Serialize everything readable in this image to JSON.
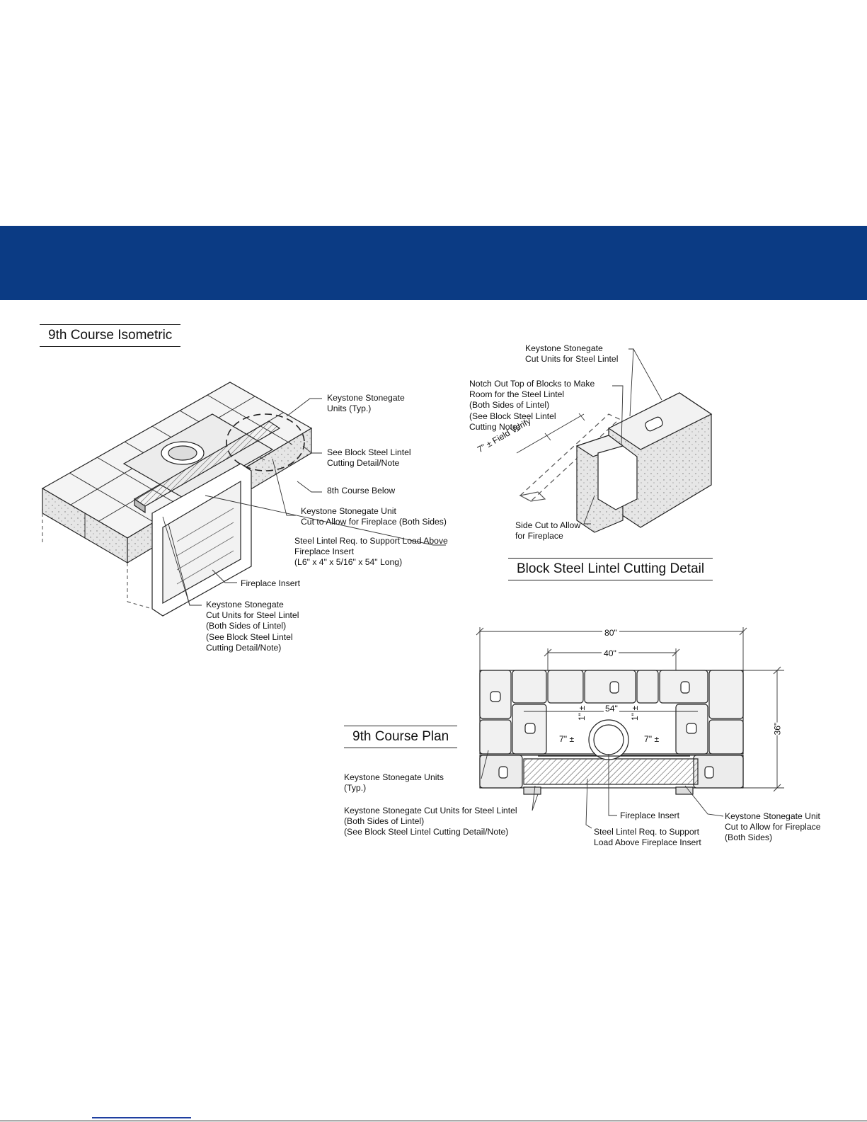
{
  "colors": {
    "band": "#0b3b84",
    "link": "#1f3fa0"
  },
  "titles": {
    "iso": "9th Course Isometric",
    "detail": "Block Steel Lintel Cutting Detail",
    "plan": "9th Course Plan"
  },
  "iso_notes": {
    "units_typ": "Keystone Stonegate\nUnits (Typ.)",
    "see_detail": "See Block Steel Lintel\nCutting Detail/Note",
    "eighth_course": "8th Course Below",
    "unit_cut": "Keystone Stonegate Unit\nCut to Allow for Fireplace (Both Sides)",
    "lintel_req": "Steel Lintel Req. to Support Load Above\nFireplace Insert\n(L6\" x 4\" x 5/16\" x 54\" Long)",
    "fireplace_insert": "Fireplace Insert",
    "cut_units": "Keystone Stonegate\nCut Units for Steel Lintel\n(Both Sides of Lintel)\n(See Block Steel Lintel\nCutting Detail/Note)"
  },
  "detail_notes": {
    "cut_units": "Keystone Stonegate\nCut Units for Steel Lintel",
    "notch": "Notch Out Top of Blocks to Make\nRoom for the Steel Lintel\n(Both Sides of Lintel)\n(See Block Steel Lintel\nCutting Note)",
    "field_verify": "7\" ± Field Verify",
    "side_cut": "Side Cut to Allow\nfor Fireplace"
  },
  "plan_notes": {
    "units_typ": "Keystone Stonegate Units\n(Typ.)",
    "cut_units": "Keystone Stonegate Cut Units for Steel Lintel\n(Both Sides of Lintel)\n(See Block Steel Lintel Cutting Detail/Note)",
    "fireplace_insert": "Fireplace Insert",
    "lintel_req": "Steel Lintel Req. to Support\nLoad Above Fireplace Insert",
    "unit_cut": "Keystone Stonegate Unit\nCut to Allow for Fireplace\n(Both Sides)"
  },
  "dimensions": {
    "overall_width": "80\"",
    "inner_width": "40\"",
    "lintel_length": "54\"",
    "depth": "36\"",
    "side_left": "7\" ±",
    "side_right": "7\" ±",
    "top_left": "1\" ±",
    "top_right": "1\" ±"
  }
}
